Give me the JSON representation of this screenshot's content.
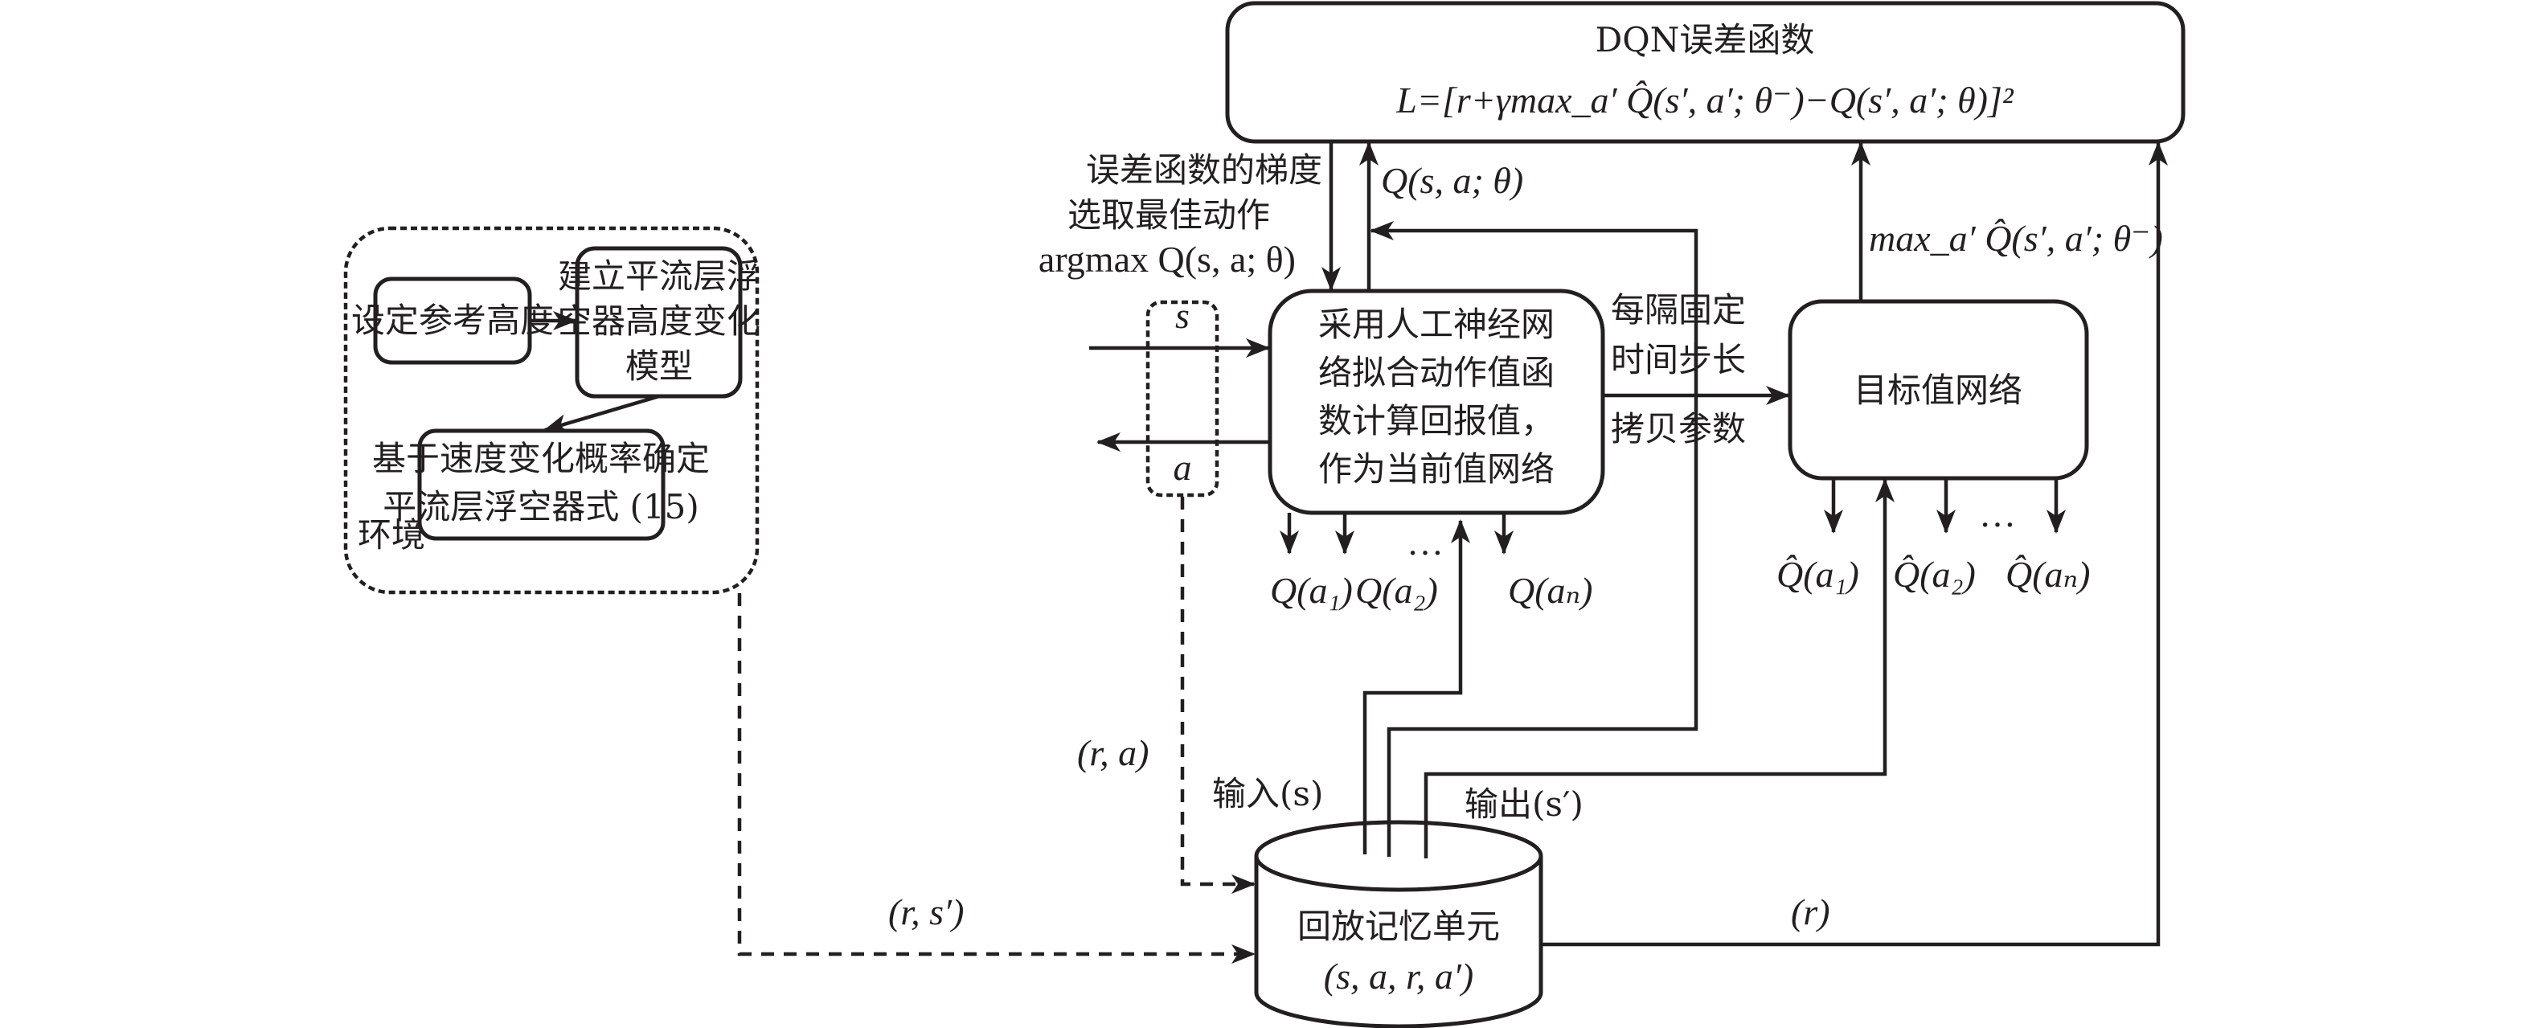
{
  "diagram": {
    "type": "DQN flowchart",
    "loss_box": {
      "title": "DQN误差函数",
      "formula": "L=[r+γmax_a′ Q̂(s′, a′; θ⁻)−Q(s′, a′; θ)]²"
    },
    "environment": {
      "label": "环境",
      "reference_height": "设定参考高度",
      "model": [
        "建立平流层浮",
        "空器高度变化",
        "模型"
      ],
      "probability": [
        "基于速度变化概率确定",
        "平流层浮空器式 (15)"
      ]
    },
    "state_action": {
      "s": "s",
      "a": "a"
    },
    "current_network": {
      "lines": [
        "采用人工神经网",
        "络拟合动作值函",
        "数计算回报值，",
        "作为当前值网络"
      ],
      "outputs": [
        "Q(a₁)",
        "Q(a₂)",
        "…",
        "Q(aₙ)"
      ]
    },
    "target_network": {
      "label": "目标值网络",
      "outputs": [
        "Q̂(a₁)",
        "Q̂(a₂)",
        "…",
        "Q̂(aₙ)"
      ]
    },
    "replay_memory": {
      "title": "回放记忆单元",
      "tuple": "(s, a, r, a′)"
    },
    "edge_labels": {
      "gradient": "误差函数的梯度",
      "select_best": "选取最佳动作",
      "argmax": "argmax Q(s, a; θ)",
      "q_value": "Q(s, a; θ)",
      "copy_params": [
        "每隔固定",
        "时间步长",
        "拷贝参数"
      ],
      "target_max": "max_a′ Q̂(s′, a′; θ⁻)",
      "input_s": "输入(s)",
      "output_s": "输出(s′)",
      "r_a": "(r, a)",
      "r_s": "(r, s′)",
      "r": "(r)"
    }
  }
}
